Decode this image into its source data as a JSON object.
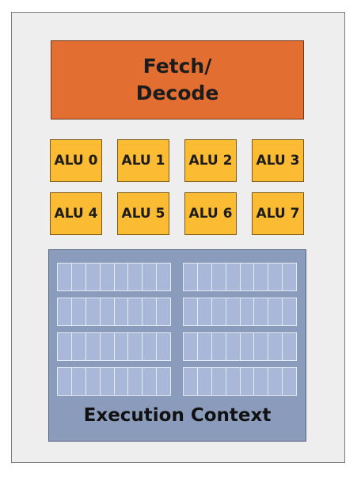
{
  "diagram": {
    "fetch_decode_label": "Fetch/\nDecode",
    "alus": [
      "ALU 0",
      "ALU 1",
      "ALU 2",
      "ALU 3",
      "ALU 4",
      "ALU 5",
      "ALU 6",
      "ALU 7"
    ],
    "execution_context_label": "Execution Context",
    "register_blocks": {
      "rows": 4,
      "columns": 2,
      "cells_per_block": 8
    }
  },
  "colors": {
    "fetch_decode": "#e26e31",
    "alu": "#fbbb32",
    "execution_context": "#8a9bbb",
    "register_cell": "#a9b8d8",
    "core_background": "#eeeeee"
  }
}
